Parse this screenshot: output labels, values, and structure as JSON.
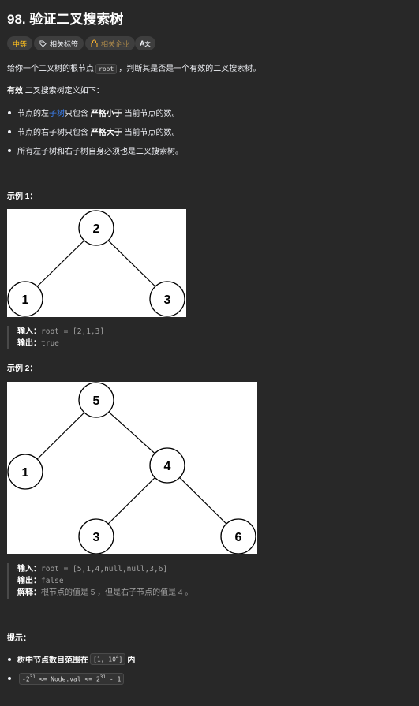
{
  "problem": {
    "title": "98. 验证二叉搜索树",
    "difficulty": "中等",
    "tags": {
      "topics": "相关标签",
      "companies": "相关企业",
      "language": "A"
    }
  },
  "description": {
    "line1_pre": "给你一个二叉树的根节点",
    "line1_code": "root",
    "line1_post": "，判断其是否是一个有效的二叉搜索树。",
    "def_bold": "有效",
    "def_rest": "二叉搜索树定义如下：",
    "bullets": [
      {
        "a": "节点的左",
        "link": "子树",
        "b": "只包含",
        "strong": "严格小于",
        "c": "当前节点的数。"
      },
      {
        "a": "节点的右子树只包含",
        "strong": "严格大于",
        "c": "当前节点的数。"
      },
      {
        "a": "所有左子树和右子树自身必须也是二叉搜索树。"
      }
    ]
  },
  "examples": [
    {
      "title": "示例 1：",
      "nodes": [
        "2",
        "1",
        "3"
      ],
      "input_label": "输入：",
      "input": "root = [2,1,3]",
      "output_label": "输出：",
      "output": "true"
    },
    {
      "title": "示例 2：",
      "nodes": [
        "5",
        "1",
        "4",
        "3",
        "6"
      ],
      "input_label": "输入：",
      "input": "root = [5,1,4,null,null,3,6]",
      "output_label": "输出：",
      "output": "false",
      "explain_label": "解释：",
      "explain": "根节点的值是 5 ，但是右子节点的值是 4 。"
    }
  ],
  "hints": {
    "title": "提示：",
    "h1_pre": "树中节点数目范围在",
    "h1_code_a": "[1, 10",
    "h1_code_sup": "4",
    "h1_code_b": "]",
    "h1_post": "内",
    "h2_a": "-2",
    "h2_sup1": "31",
    "h2_b": " <= Node.val <= 2",
    "h2_sup2": "31",
    "h2_c": " - 1"
  }
}
